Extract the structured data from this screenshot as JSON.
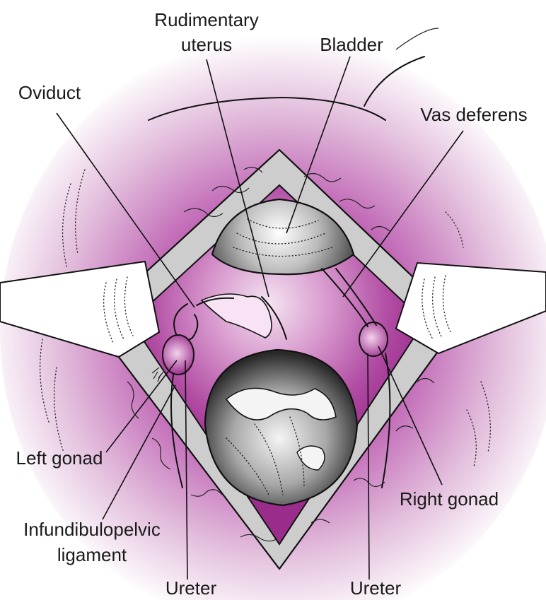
{
  "labels": {
    "rudimentary_uterus_line1": "Rudimentary",
    "rudimentary_uterus_line2": "uterus",
    "bladder": "Bladder",
    "oviduct": "Oviduct",
    "vas_deferens": "Vas deferens",
    "left_gonad": "Left gonad",
    "infundibulopelvic_line1": "Infundibulopelvic",
    "infundibulopelvic_line2": "ligament",
    "right_gonad": "Right gonad",
    "ureter_left": "Ureter",
    "ureter_right": "Ureter"
  },
  "colors": {
    "tissue_purple": "#a0308f",
    "tissue_light": "#e7c3e1",
    "wall_gray": "#cfcfcf",
    "retractor_white": "#ffffff",
    "ink": "#111111"
  }
}
